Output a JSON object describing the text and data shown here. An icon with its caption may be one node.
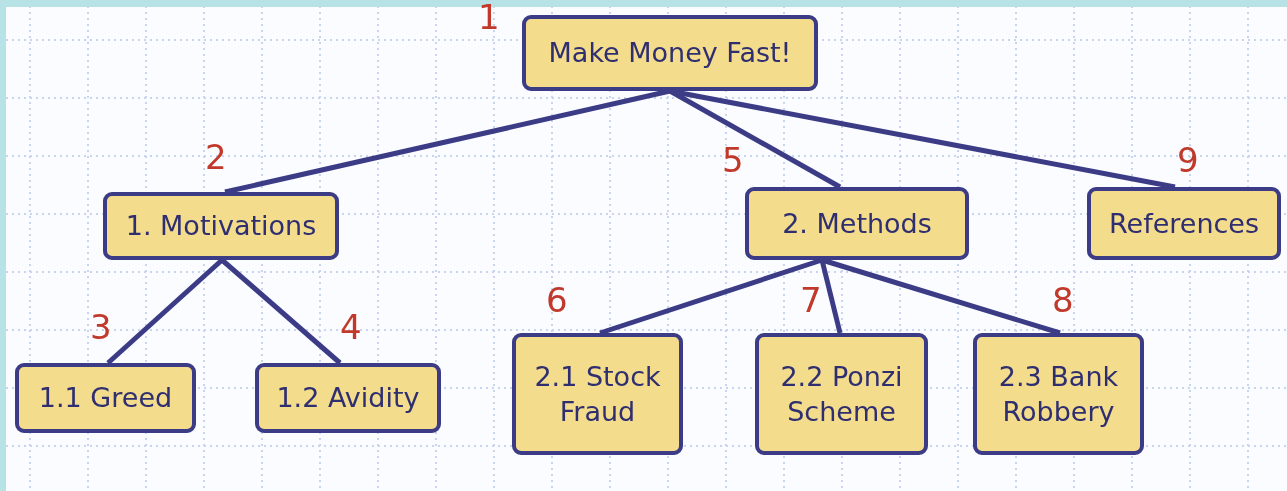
{
  "diagram": {
    "nodes": [
      {
        "text": [
          "Make Money Fast!"
        ],
        "beside": [
          "1"
        ]
      },
      {
        "text": [
          "1. Motivations"
        ],
        "beside": [
          "2"
        ]
      },
      {
        "text": [
          "1.1 Greed"
        ],
        "beside": [
          "3"
        ]
      },
      {
        "text": [
          "1.2 Avidity"
        ],
        "beside": [
          "4"
        ]
      },
      {
        "text": [
          "2. Methods"
        ],
        "beside": [
          "5"
        ]
      },
      {
        "text": [
          "2.1 Stock Fraud"
        ],
        "beside": [
          "6"
        ]
      },
      {
        "text": [
          "2.2 Ponzi Scheme"
        ],
        "beside": [
          "7"
        ]
      },
      {
        "text": [
          "2.3 Bank Robbery"
        ],
        "beside": [
          "8"
        ]
      },
      {
        "text": [
          "References"
        ],
        "beside": [
          "9"
        ]
      }
    ],
    "edges": [
      {
        "from": 0,
        "to": 1,
        "arrow": "none"
      },
      {
        "from": 0,
        "to": 4,
        "arrow": "none"
      },
      {
        "from": 0,
        "to": 8,
        "arrow": "none"
      },
      {
        "from": 1,
        "to": 2,
        "arrow": "none"
      },
      {
        "from": 1,
        "to": 3,
        "arrow": "none"
      },
      {
        "from": 4,
        "to": 5,
        "arrow": "none"
      },
      {
        "from": 4,
        "to": 6,
        "arrow": "none"
      },
      {
        "from": 4,
        "to": 7,
        "arrow": "none"
      }
    ]
  }
}
